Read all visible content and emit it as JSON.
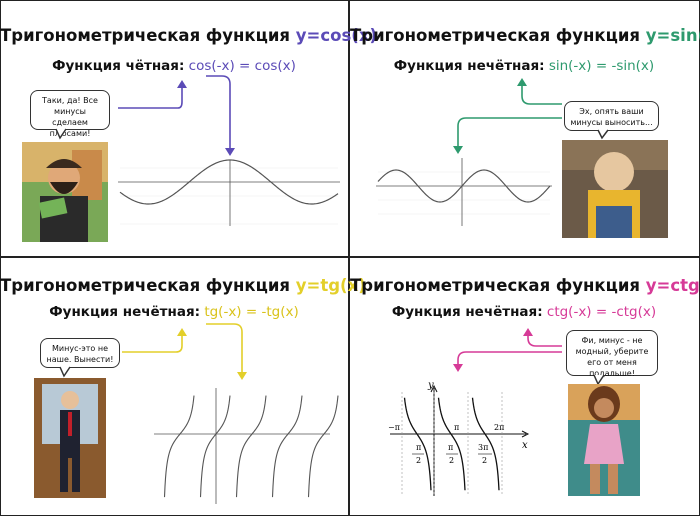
{
  "panels": [
    {
      "title_prefix": "Тригонометрическая функция ",
      "function": "y=cos(x)",
      "parity_label": "Функция чётная:",
      "identity": "cos(-x) = cos(x)",
      "speech": "Таки, да! Все минусы сделаем плюсами!",
      "accent": "#5b4bb7"
    },
    {
      "title_prefix": "Тригонометрическая функция ",
      "function": "y=sin(x)",
      "parity_label": "Функция нечётная:",
      "identity": "sin(-x) = -sin(x)",
      "speech": "Эх, опять ваши минусы выносить...",
      "accent": "#2e9a6e"
    },
    {
      "title_prefix": "Тригонометрическая функция ",
      "function": "y=tg(x)",
      "parity_label": "Функция нечётная:",
      "identity": "tg(-x) = -tg(x)",
      "speech": "Минус-это не наше. Вынести!",
      "accent": "#e3cf2a"
    },
    {
      "title_prefix": "Тригонометрическая функция ",
      "function": "y=ctg(x)",
      "parity_label": "Функция нечётная:",
      "identity": "ctg(-x) = -ctg(x)",
      "speech": "Фи, минус - не модный, уберите его от меня подальше!",
      "accent": "#d63a97"
    }
  ],
  "ctg_graph": {
    "axis_y": "y",
    "axis_x": "x",
    "ticks": [
      "−π",
      "π",
      "2π",
      "π",
      "2",
      "3π",
      "2",
      "π",
      "2"
    ]
  },
  "icons": {
    "p1_character": "man-holding-money-icon",
    "p2_character": "bald-worker-overalls-icon",
    "p3_character": "man-in-suit-icon",
    "p4_character": "fashion-girl-icon"
  }
}
